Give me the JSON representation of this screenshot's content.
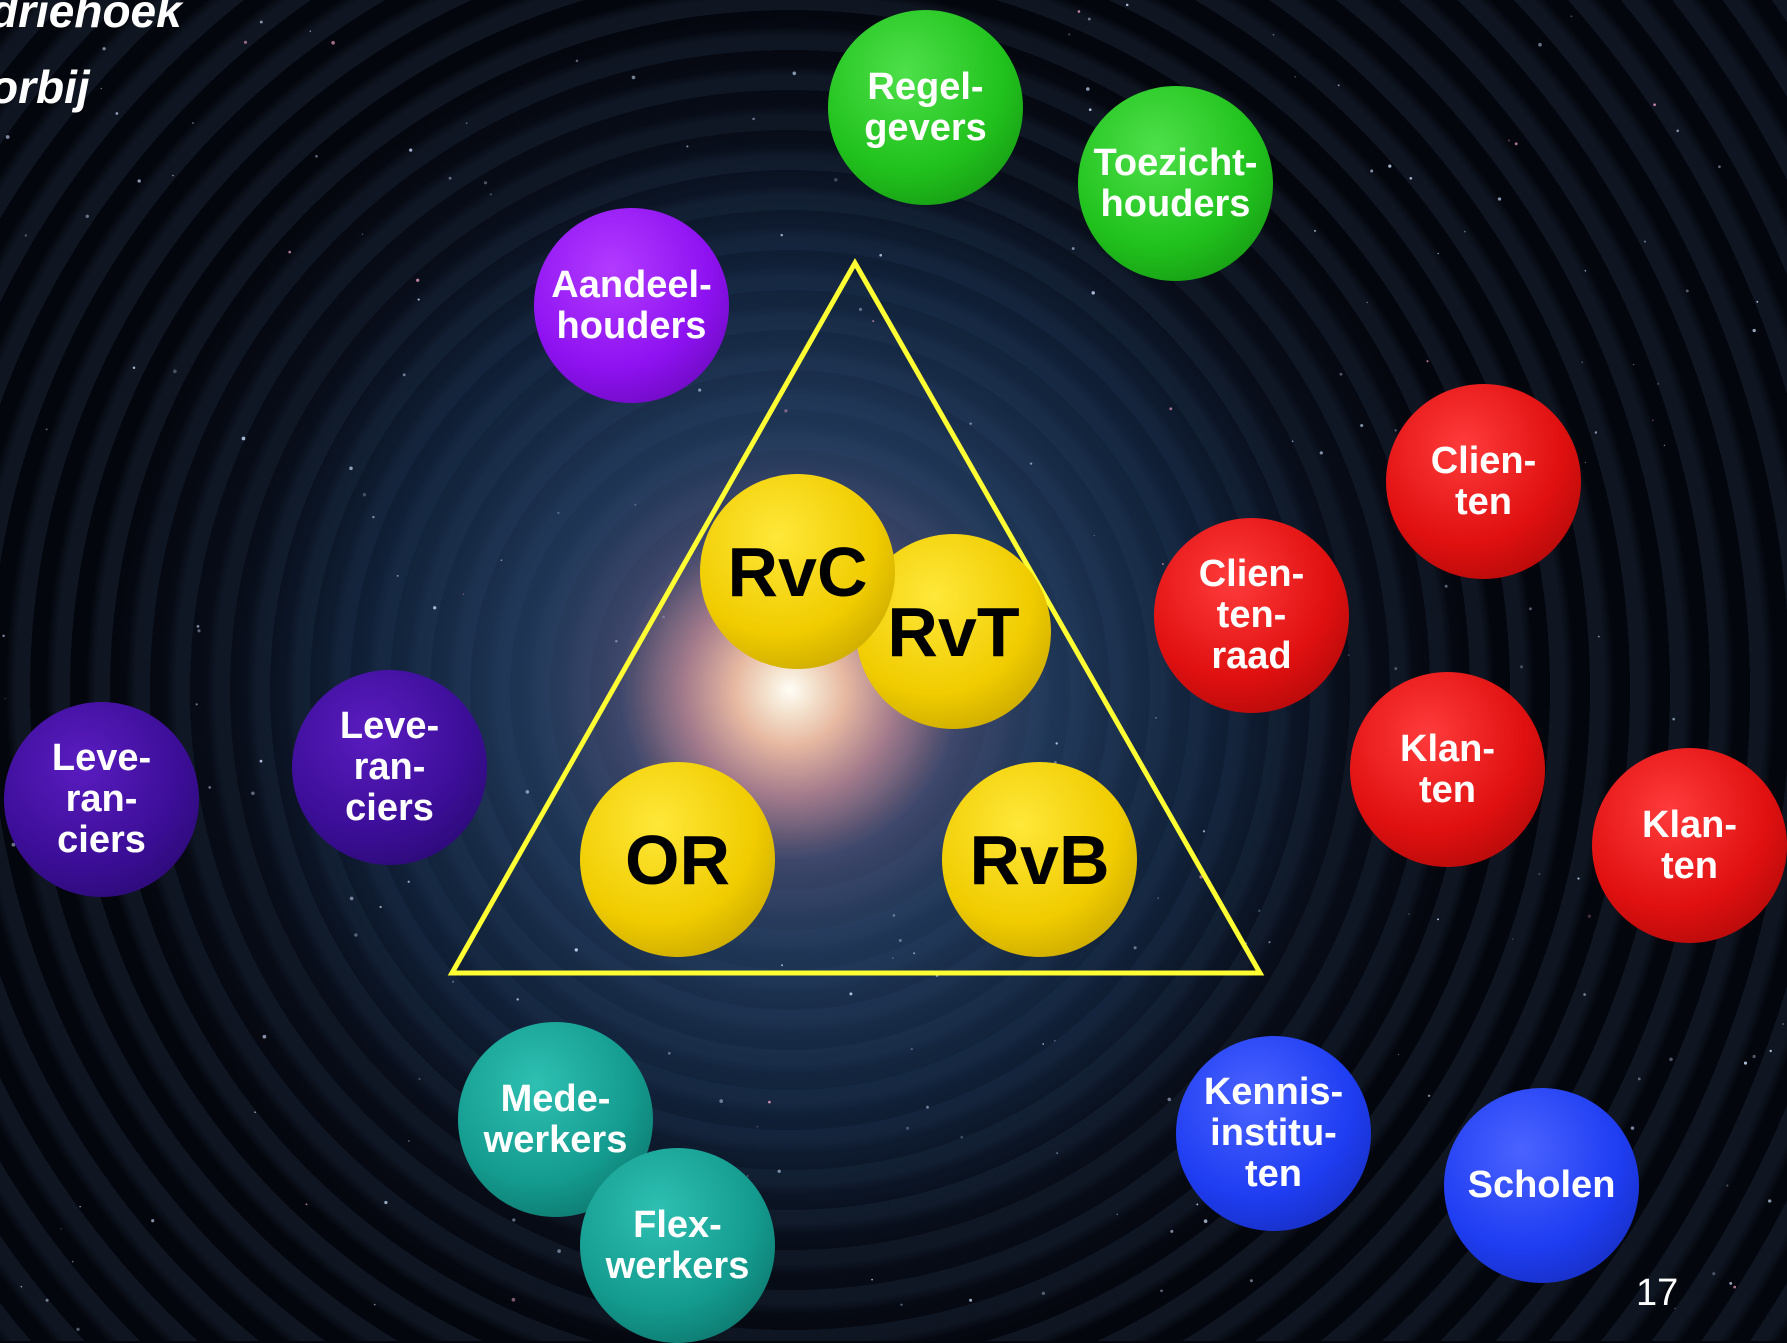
{
  "title": {
    "line1": "driehoek",
    "line2": "orbij"
  },
  "colors": {
    "triangle_outline": "#ffff33",
    "core": "#f0cc00",
    "regulators": "#21c21d",
    "shareholders": "#8e12f1",
    "clients": "#e01010",
    "suppliers": "#3c0e98",
    "staff": "#149b8f",
    "education": "#1f3df2"
  },
  "core": {
    "rvc": "RvC",
    "rvt": "RvT",
    "or": "OR",
    "rvb": "RvB"
  },
  "stakeholders": {
    "regelgevers": "Regel-\ngevers",
    "toezichthouders": "Toezicht-\nhouders",
    "aandeelhouders": "Aandeel-\nhouders",
    "clienten": "Clien-\nten",
    "clientenraad": "Clien-\nten-\nraad",
    "klanten_inner": "Klan-\nten",
    "klanten_outer": "Klan-\nten",
    "leveranciers_outer": "Leve-\nran-\nciers",
    "leveranciers_inner": "Leve-\nran-\nciers",
    "medewerkers": "Mede-\nwerkers",
    "flexwerkers": "Flex-\nwerkers",
    "kennisinstituten": "Kennis-\ninstitu-\nten",
    "scholen": "Scholen"
  },
  "page_number": "17"
}
